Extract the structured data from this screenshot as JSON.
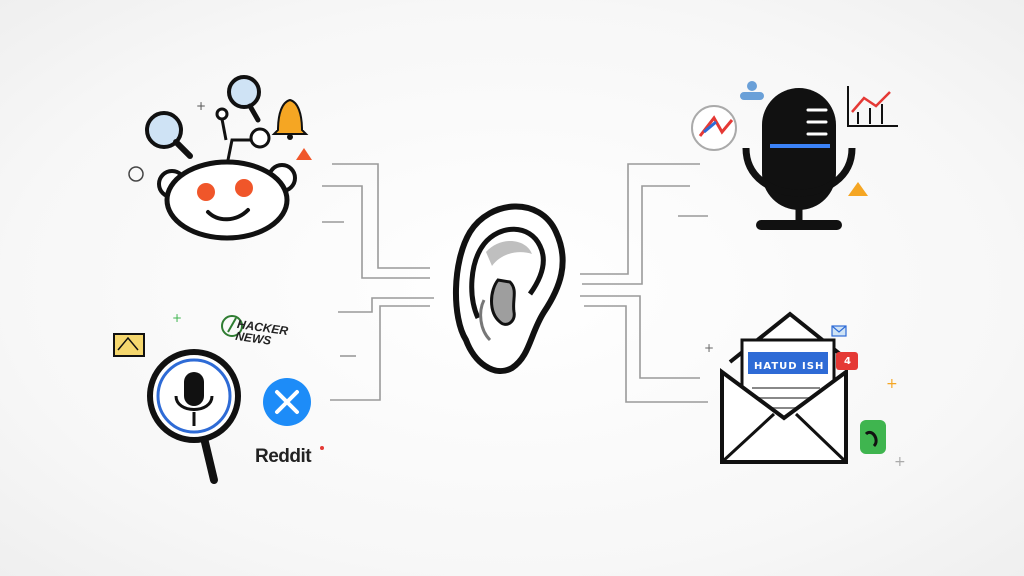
{
  "labels": {
    "reddit": "Reddit",
    "hacker_news": "HACKER NEWS",
    "email_banner": "HATUD ISH",
    "email_badge": "4"
  },
  "colors": {
    "reddit_orange": "#f0562a",
    "bell_orange": "#f5a623",
    "mic_accent_blue": "#3b82f6",
    "x_blue": "#1d8cf8",
    "badge_red": "#e53935",
    "chat_green": "#3fb54f",
    "outline": "#111111"
  },
  "icons": {
    "center": "ear-icon",
    "top_left": "reddit-alien-icon",
    "bottom_left": "magnifier-microphone-icon",
    "top_right": "microphone-icon",
    "bottom_right": "envelope-icon"
  }
}
